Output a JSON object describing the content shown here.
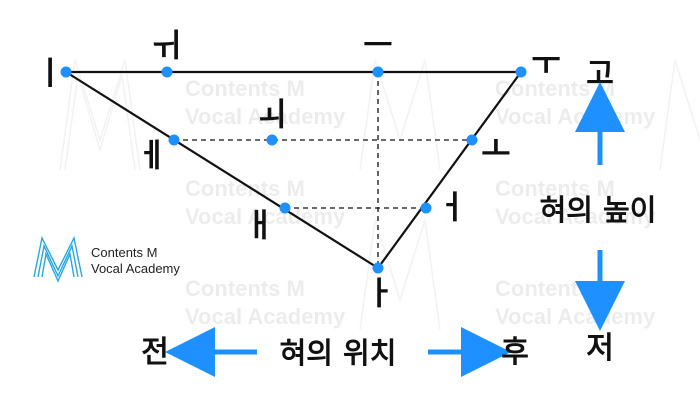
{
  "vowels": {
    "i": "ㅣ",
    "wi": "ㅟ",
    "eu": "ㅡ",
    "u": "ㅜ",
    "e": "ㅔ",
    "oe": "ㅚ",
    "o": "ㅗ",
    "ae": "ㅐ",
    "eo": "ㅓ",
    "a": "ㅏ"
  },
  "labels": {
    "tongue_height": "혀의 높이",
    "tongue_position": "혀의 위치",
    "high": "고",
    "low": "저",
    "front": "전",
    "back": "후"
  },
  "logo": {
    "line1": "Contents M",
    "line2": "Vocal Academy"
  },
  "watermark": {
    "line1": "Contents M",
    "line2": "Vocal Academy"
  },
  "colors": {
    "point": "#1e90ff",
    "arrow": "#1e90ff",
    "line": "#111111",
    "logo": "#29a8e0"
  }
}
